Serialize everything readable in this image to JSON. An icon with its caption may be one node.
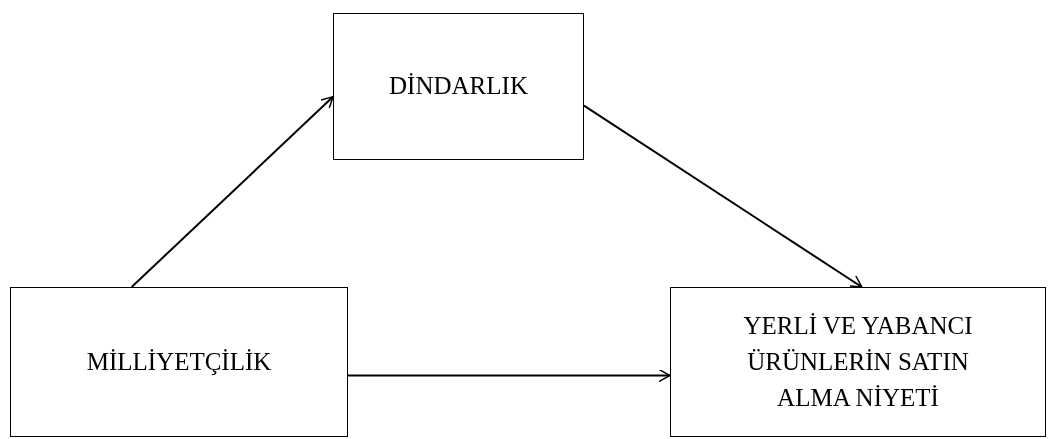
{
  "diagram": {
    "nodes": [
      {
        "text": [
          "DİNDARLIK"
        ]
      },
      {
        "text": [
          "MİLLİYETÇİLİK"
        ]
      },
      {
        "text": [
          "YERLİ VE YABANCI ÜRÜNLERİN SATIN ALMA NİYETİ"
        ]
      }
    ],
    "edges": [
      {
        "from": 1,
        "to": 0,
        "arrow": "to"
      },
      {
        "from": 0,
        "to": 2,
        "arrow": "to"
      },
      {
        "from": 1,
        "to": 2,
        "arrow": "to"
      }
    ]
  }
}
